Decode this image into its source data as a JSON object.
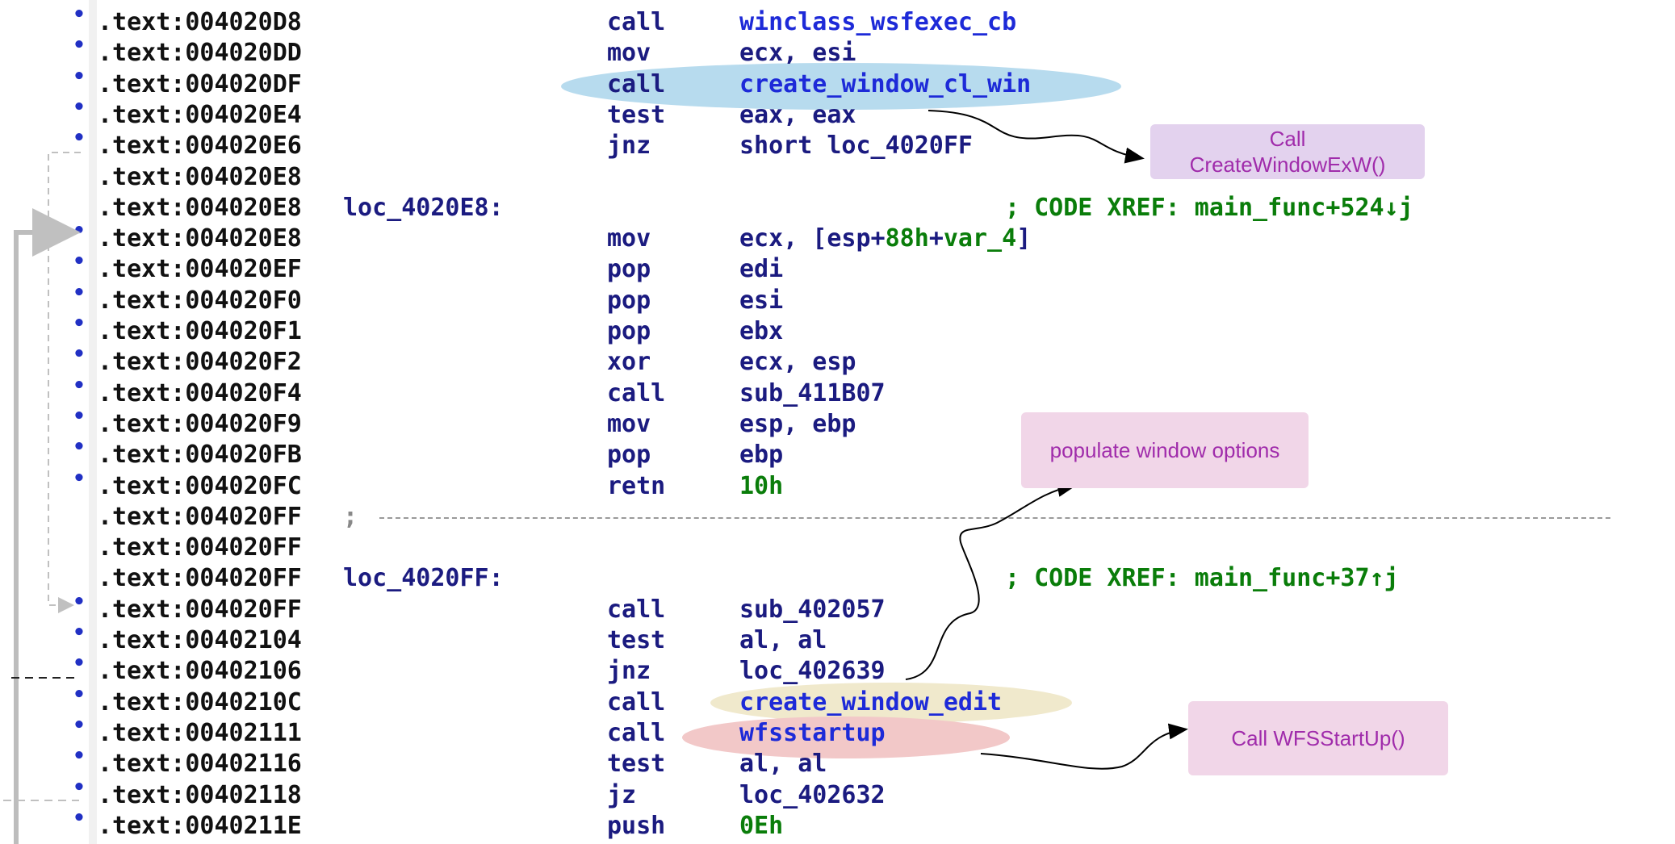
{
  "lines": [
    {
      "addr": ".text:004020D8",
      "label": "",
      "mnem": "call",
      "ops": [
        {
          "t": "winclass_wsfexec_cb",
          "c": "func"
        }
      ],
      "comment": ""
    },
    {
      "addr": ".text:004020DD",
      "label": "",
      "mnem": "mov",
      "ops": [
        {
          "t": "ecx, esi",
          "c": "reg"
        }
      ],
      "comment": ""
    },
    {
      "addr": ".text:004020DF",
      "label": "",
      "mnem": "call",
      "ops": [
        {
          "t": "create_window_cl_win",
          "c": "func"
        }
      ],
      "comment": ""
    },
    {
      "addr": ".text:004020E4",
      "label": "",
      "mnem": "test",
      "ops": [
        {
          "t": "eax, eax",
          "c": "reg"
        }
      ],
      "comment": ""
    },
    {
      "addr": ".text:004020E6",
      "label": "",
      "mnem": "jnz",
      "ops": [
        {
          "t": "short loc_4020FF",
          "c": "name"
        }
      ],
      "comment": ""
    },
    {
      "addr": ".text:004020E8",
      "label": "",
      "mnem": "",
      "ops": [],
      "comment": "",
      "nodot": true
    },
    {
      "addr": ".text:004020E8",
      "label": "loc_4020E8:",
      "mnem": "",
      "ops": [],
      "comment": "; CODE XREF: main_func+524↓j",
      "nodot": true
    },
    {
      "addr": ".text:004020E8",
      "label": "",
      "mnem": "mov",
      "ops": [
        {
          "t": "ecx, [esp+",
          "c": "reg"
        },
        {
          "t": "88h",
          "c": "num"
        },
        {
          "t": "+",
          "c": "reg"
        },
        {
          "t": "var_4",
          "c": "var"
        },
        {
          "t": "]",
          "c": "reg"
        }
      ],
      "comment": ""
    },
    {
      "addr": ".text:004020EF",
      "label": "",
      "mnem": "pop",
      "ops": [
        {
          "t": "edi",
          "c": "reg"
        }
      ],
      "comment": ""
    },
    {
      "addr": ".text:004020F0",
      "label": "",
      "mnem": "pop",
      "ops": [
        {
          "t": "esi",
          "c": "reg"
        }
      ],
      "comment": ""
    },
    {
      "addr": ".text:004020F1",
      "label": "",
      "mnem": "pop",
      "ops": [
        {
          "t": "ebx",
          "c": "reg"
        }
      ],
      "comment": ""
    },
    {
      "addr": ".text:004020F2",
      "label": "",
      "mnem": "xor",
      "ops": [
        {
          "t": "ecx, esp",
          "c": "reg"
        }
      ],
      "comment": ""
    },
    {
      "addr": ".text:004020F4",
      "label": "",
      "mnem": "call",
      "ops": [
        {
          "t": "sub_411B07",
          "c": "name"
        }
      ],
      "comment": ""
    },
    {
      "addr": ".text:004020F9",
      "label": "",
      "mnem": "mov",
      "ops": [
        {
          "t": "esp, ebp",
          "c": "reg"
        }
      ],
      "comment": ""
    },
    {
      "addr": ".text:004020FB",
      "label": "",
      "mnem": "pop",
      "ops": [
        {
          "t": "ebp",
          "c": "reg"
        }
      ],
      "comment": ""
    },
    {
      "addr": ".text:004020FC",
      "label": "",
      "mnem": "retn",
      "ops": [
        {
          "t": "10h",
          "c": "num"
        }
      ],
      "comment": ""
    },
    {
      "addr": ".text:004020FF",
      "label": "",
      "mnem": "",
      "ops": [],
      "comment": "",
      "nodot": true,
      "separator": ";"
    },
    {
      "addr": ".text:004020FF",
      "label": "",
      "mnem": "",
      "ops": [],
      "comment": "",
      "nodot": true
    },
    {
      "addr": ".text:004020FF",
      "label": "loc_4020FF:",
      "mnem": "",
      "ops": [],
      "comment": "; CODE XREF: main_func+37↑j",
      "nodot": true
    },
    {
      "addr": ".text:004020FF",
      "label": "",
      "mnem": "call",
      "ops": [
        {
          "t": "sub_402057",
          "c": "name"
        }
      ],
      "comment": ""
    },
    {
      "addr": ".text:00402104",
      "label": "",
      "mnem": "test",
      "ops": [
        {
          "t": "al, al",
          "c": "reg"
        }
      ],
      "comment": ""
    },
    {
      "addr": ".text:00402106",
      "label": "",
      "mnem": "jnz",
      "ops": [
        {
          "t": "loc_402639",
          "c": "name"
        }
      ],
      "comment": ""
    },
    {
      "addr": ".text:0040210C",
      "label": "",
      "mnem": "call",
      "ops": [
        {
          "t": "create_window_edit",
          "c": "func"
        }
      ],
      "comment": ""
    },
    {
      "addr": ".text:00402111",
      "label": "",
      "mnem": "call",
      "ops": [
        {
          "t": "wfsstartup",
          "c": "func"
        }
      ],
      "comment": ""
    },
    {
      "addr": ".text:00402116",
      "label": "",
      "mnem": "test",
      "ops": [
        {
          "t": "al, al",
          "c": "reg"
        }
      ],
      "comment": ""
    },
    {
      "addr": ".text:00402118",
      "label": "",
      "mnem": "jz",
      "ops": [
        {
          "t": "loc_402632",
          "c": "name"
        }
      ],
      "comment": ""
    },
    {
      "addr": ".text:0040211E",
      "label": "",
      "mnem": "push",
      "ops": [
        {
          "t": "0Eh",
          "c": "num"
        }
      ],
      "comment": ""
    }
  ],
  "highlights": [
    {
      "name": "highlight-create-window-cl-win",
      "color": "#b7dbee"
    },
    {
      "name": "highlight-create-window-edit",
      "color": "#f0e9cc"
    },
    {
      "name": "highlight-wfsstartup",
      "color": "#f2c8c8"
    }
  ],
  "callouts": [
    {
      "name": "callout-createwindowexw",
      "lines": [
        "Call",
        "CreateWindowExW()"
      ],
      "bg": "#e3d2ee"
    },
    {
      "name": "callout-populate-window-options",
      "lines": [
        "populate window options"
      ],
      "bg": "#f1d6e8"
    },
    {
      "name": "callout-wfsstartup",
      "lines": [
        "Call WFSStartUp()"
      ],
      "bg": "#f1d6e8"
    }
  ],
  "colors": {
    "accent_text": "#a02cab",
    "code_blue": "#1b1b80",
    "func_blue": "#1d2ad8",
    "comment_green": "#0a7d0a"
  }
}
